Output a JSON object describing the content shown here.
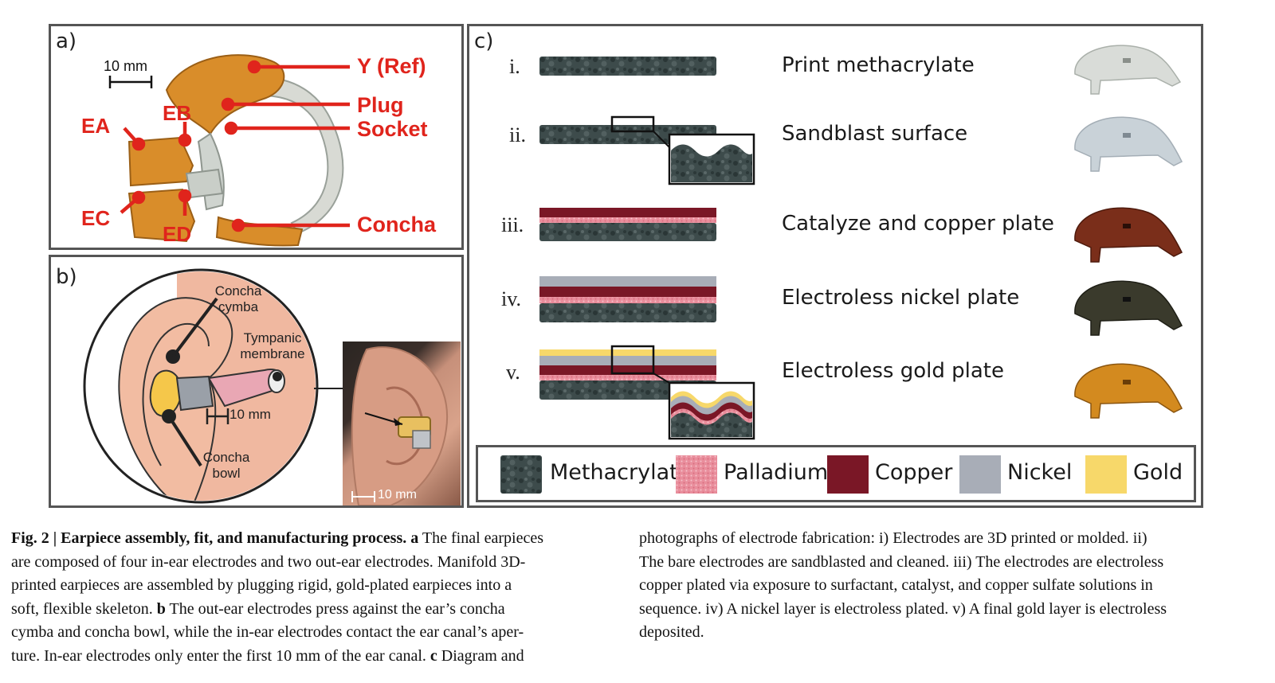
{
  "panel_a": {
    "label": "a)",
    "scale": "10 mm",
    "labels": {
      "y_ref": "Y (Ref)",
      "plug": "Plug",
      "socket": "Socket",
      "concha": "Concha",
      "ea": "EA",
      "eb": "EB",
      "ec": "EC",
      "ed": "ED"
    }
  },
  "panel_b": {
    "label": "b)",
    "concha_cymba": [
      "Concha",
      "cymba"
    ],
    "tympanic": [
      "Tympanic",
      "membrane"
    ],
    "concha_bowl": [
      "Concha",
      "bowl"
    ],
    "scale_inner": "10 mm",
    "scale_photo": "10 mm"
  },
  "panel_c": {
    "label": "c)",
    "steps": [
      {
        "num": "i.",
        "text": "Print methacrylate"
      },
      {
        "num": "ii.",
        "text": "Sandblast surface"
      },
      {
        "num": "iii.",
        "text": "Catalyze and copper plate"
      },
      {
        "num": "iv.",
        "text": "Electroless nickel plate"
      },
      {
        "num": "v.",
        "text": "Electroless gold plate"
      }
    ],
    "legend": [
      {
        "name": "Methacrylate",
        "color": "#3a4848"
      },
      {
        "name": "Palladium",
        "color": "#e88a98"
      },
      {
        "name": "Copper",
        "color": "#7a1726"
      },
      {
        "name": "Nickel",
        "color": "#a8adb7"
      },
      {
        "name": "Gold",
        "color": "#f7d86a"
      }
    ]
  },
  "caption": {
    "heading": "Fig. 2 | Earpiece assembly, fit, and manufacturing process.",
    "a_label": "a",
    "left_lines": [
      " The final earpieces",
      "are composed of four in-ear electrodes and two out-ear electrodes. Manifold 3D-",
      "printed earpieces are assembled by plugging rigid, gold-plated earpieces into a",
      "soft, flexible skeleton. ",
      " The out-ear electrodes press against the ear’s concha",
      "cymba and concha bowl, while the in-ear electrodes contact the ear canal’s aper-",
      "ture. In-ear electrodes only enter the first 10 mm of the ear canal. ",
      " Diagram and"
    ],
    "b_label": "b",
    "c_label": "c",
    "right_lines": [
      "photographs of electrode fabrication: i) Electrodes are 3D printed or molded. ii)",
      "The bare electrodes are sandblasted and cleaned. iii) The electrodes are electroless",
      "copper plated via exposure to surfactant, catalyst, and copper sulfate solutions in",
      "sequence. iv) A nickel layer is electroless plated. v) A final gold layer is electroless",
      "deposited."
    ]
  }
}
